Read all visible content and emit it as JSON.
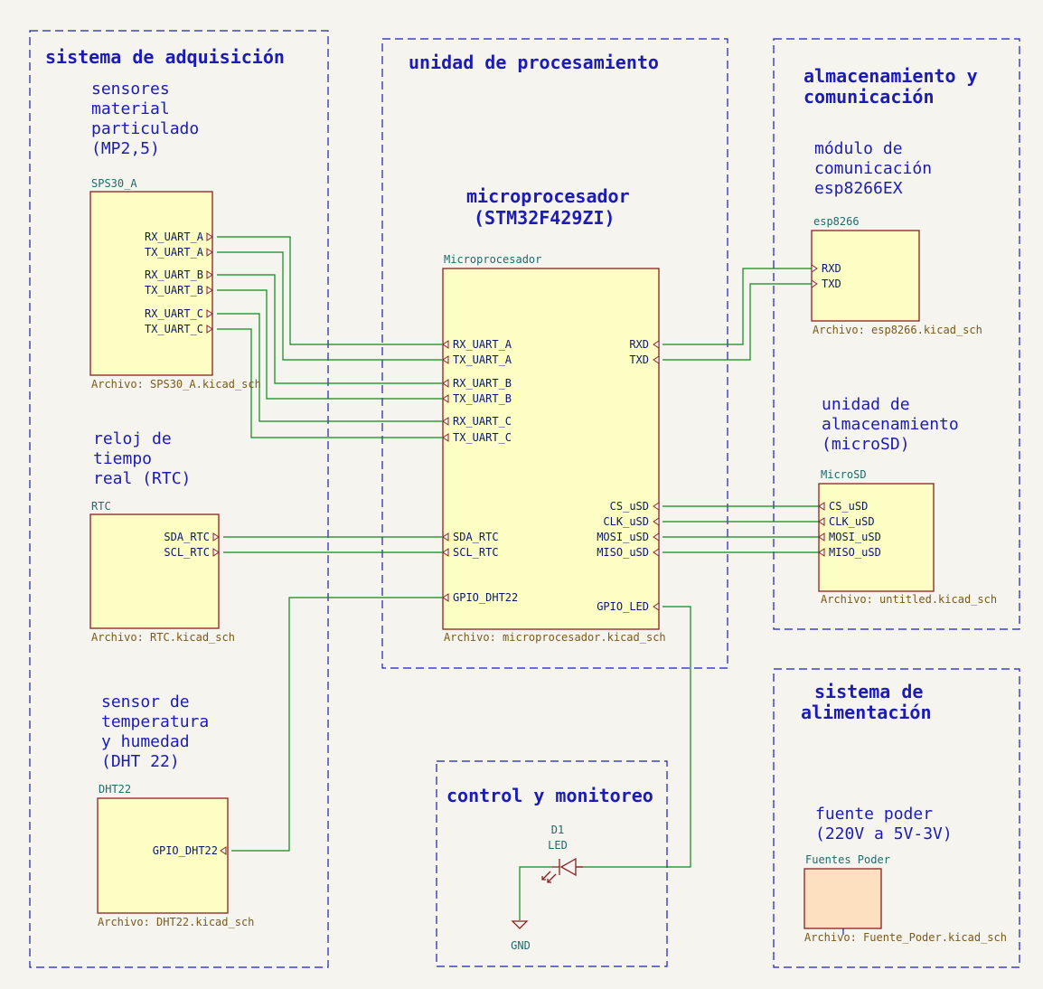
{
  "zones": [
    {
      "id": "z-adq",
      "title": [
        "sistema de adquisición"
      ]
    },
    {
      "id": "z-proc",
      "title": [
        "unidad de procesamiento"
      ]
    },
    {
      "id": "z-alm",
      "title": [
        "almacenamiento y",
        "comunicación"
      ]
    },
    {
      "id": "z-ctrl",
      "title": [
        "control y monitoreo"
      ]
    },
    {
      "id": "z-alim",
      "title": [
        "sistema de",
        "alimentación"
      ]
    }
  ],
  "notes": [
    {
      "id": "n-mp",
      "lines": [
        "sensores",
        "material",
        "particulado",
        "(MP2,5)"
      ]
    },
    {
      "id": "n-rtc",
      "lines": [
        "reloj de",
        "tiempo",
        "real (RTC)"
      ]
    },
    {
      "id": "n-dht",
      "lines": [
        "sensor de",
        "temperatura",
        "y humedad",
        "(DHT 22)"
      ]
    },
    {
      "id": "n-mcu",
      "lines": [
        "microprocesador",
        "(STM32F429ZI)"
      ]
    },
    {
      "id": "n-esp",
      "lines": [
        "módulo de",
        "comunicación",
        "esp8266EX"
      ]
    },
    {
      "id": "n-sd",
      "lines": [
        "unidad de",
        "almacenamiento",
        "(microSD)"
      ]
    },
    {
      "id": "n-psu",
      "lines": [
        "fuente poder",
        "(220V a 5V-3V)"
      ]
    }
  ],
  "sheets": [
    {
      "id": "s-sps",
      "name": "SPS30_A",
      "file": "Archivo: SPS30_A.kicad_sch",
      "style": "normal",
      "pins": [
        "RX_UART_A",
        "TX_UART_A",
        "RX_UART_B",
        "TX_UART_B",
        "RX_UART_C",
        "TX_UART_C"
      ]
    },
    {
      "id": "s-rtc",
      "name": "RTC",
      "file": "Archivo: RTC.kicad_sch",
      "style": "normal",
      "pins": [
        "SDA_RTC",
        "SCL_RTC"
      ]
    },
    {
      "id": "s-dht",
      "name": "DHT22",
      "file": "Archivo: DHT22.kicad_sch",
      "style": "normal",
      "pins": [
        "GPIO_DHT22"
      ]
    },
    {
      "id": "s-mcu",
      "name": "Microprocesador",
      "file": "Archivo: microprocesador.kicad_sch",
      "style": "normal",
      "pins": [
        "RX_UART_A",
        "TX_UART_A",
        "RX_UART_B",
        "TX_UART_B",
        "RX_UART_C",
        "TX_UART_C",
        "SDA_RTC",
        "SCL_RTC",
        "GPIO_DHT22",
        "RXD",
        "TXD",
        "CS_uSD",
        "CLK_uSD",
        "MOSI_uSD",
        "MISO_uSD",
        "GPIO_LED"
      ]
    },
    {
      "id": "s-esp",
      "name": "esp8266",
      "file": "Archivo: esp8266.kicad_sch",
      "style": "normal",
      "pins": [
        "RXD",
        "TXD"
      ]
    },
    {
      "id": "s-sd",
      "name": "MicroSD",
      "file": "Archivo: untitled.kicad_sch",
      "style": "normal",
      "pins": [
        "CS_uSD",
        "CLK_uSD",
        "MOSI_uSD",
        "MISO_uSD"
      ]
    },
    {
      "id": "s-psu",
      "name": "Fuentes Poder",
      "file": "Archivo: Fuente_Poder.kicad_sch",
      "style": "alt",
      "pins": []
    }
  ],
  "led": {
    "ref": "D1",
    "value": "LED"
  },
  "gnd": {
    "label": "GND"
  },
  "colors": {
    "background": "#f5f4ef",
    "zone": "#1c1cb4",
    "wire": "#0a8a1a",
    "sheet_fill": "#fdfec3",
    "sheet_border": "#8a2020",
    "psu_fill": "#fde0bf"
  }
}
